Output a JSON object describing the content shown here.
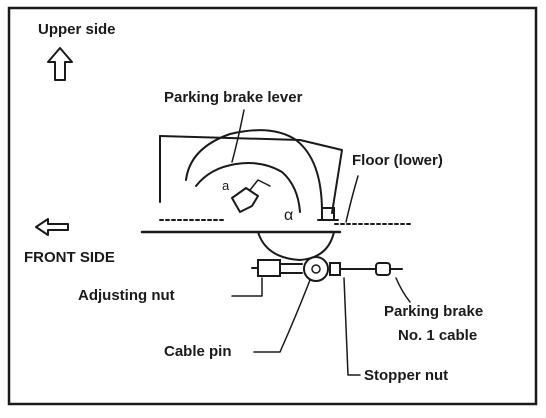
{
  "labels": {
    "upper_side": "Upper side",
    "parking_brake_lever": "Parking brake lever",
    "floor_lower": "Floor (lower)",
    "front_side": "FRONT SIDE",
    "adjusting_nut": "Adjusting nut",
    "cable_pin": "Cable pin",
    "cable_line1": "Parking brake",
    "cable_line2": "No. 1 cable",
    "stopper_nut": "Stopper nut",
    "mark_a": "a",
    "mark_alpha": "α"
  }
}
